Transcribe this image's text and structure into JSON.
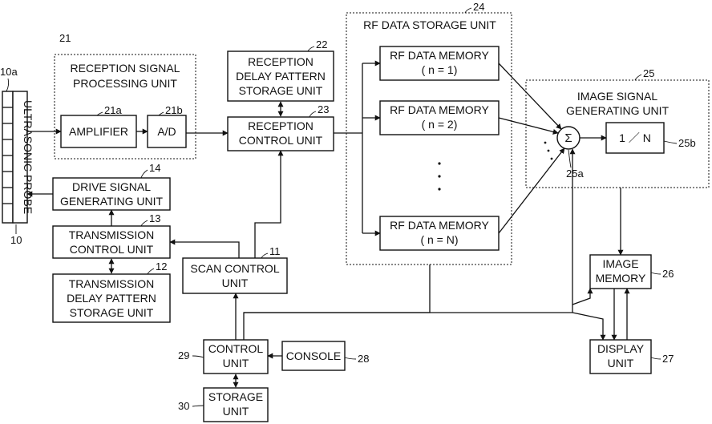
{
  "refs": {
    "r10a": "10a",
    "r10": "10",
    "r11": "11",
    "r12": "12",
    "r13": "13",
    "r14": "14",
    "r21": "21",
    "r21a": "21a",
    "r21b": "21b",
    "r22": "22",
    "r23": "23",
    "r24": "24",
    "r25": "25",
    "r25a": "25a",
    "r25b": "25b",
    "r26": "26",
    "r27": "27",
    "r28": "28",
    "r29": "29",
    "r30": "30"
  },
  "probe": {
    "label": "ULTRASONIC PROBE"
  },
  "reception_signal_processing": {
    "line1": "RECEPTION SIGNAL",
    "line2": "PROCESSING UNIT"
  },
  "amplifier": {
    "label": "AMPLIFIER"
  },
  "ad": {
    "label": "A/D"
  },
  "reception_delay": {
    "line1": "RECEPTION",
    "line2": "DELAY PATTERN",
    "line3": "STORAGE UNIT"
  },
  "reception_control": {
    "line1": "RECEPTION",
    "line2": "CONTROL UNIT"
  },
  "rf_storage": {
    "title": "RF DATA STORAGE UNIT"
  },
  "rf_memories": [
    {
      "name": "RF DATA MEMORY",
      "index": "( n = 1)"
    },
    {
      "name": "RF DATA MEMORY",
      "index": "( n = 2)"
    },
    {
      "name": "RF DATA MEMORY",
      "index": "( n = N)"
    }
  ],
  "image_signal": {
    "line1": "IMAGE SIGNAL",
    "line2": "GENERATING UNIT"
  },
  "sigma": {
    "symbol": "Σ"
  },
  "divider": {
    "label": "1 ／ N"
  },
  "drive_signal": {
    "line1": "DRIVE SIGNAL",
    "line2": "GENERATING UNIT"
  },
  "transmission_control": {
    "line1": "TRANSMISSION",
    "line2": "CONTROL UNIT"
  },
  "transmission_delay": {
    "line1": "TRANSMISSION",
    "line2": "DELAY PATTERN",
    "line3": "STORAGE UNIT"
  },
  "scan_control": {
    "line1": "SCAN CONTROL",
    "line2": "UNIT"
  },
  "image_memory": {
    "line1": "IMAGE",
    "line2": "MEMORY"
  },
  "display": {
    "line1": "DISPLAY",
    "line2": "UNIT"
  },
  "control": {
    "line1": "CONTROL",
    "line2": "UNIT"
  },
  "console": {
    "label": "CONSOLE"
  },
  "storage": {
    "line1": "STORAGE",
    "line2": "UNIT"
  }
}
